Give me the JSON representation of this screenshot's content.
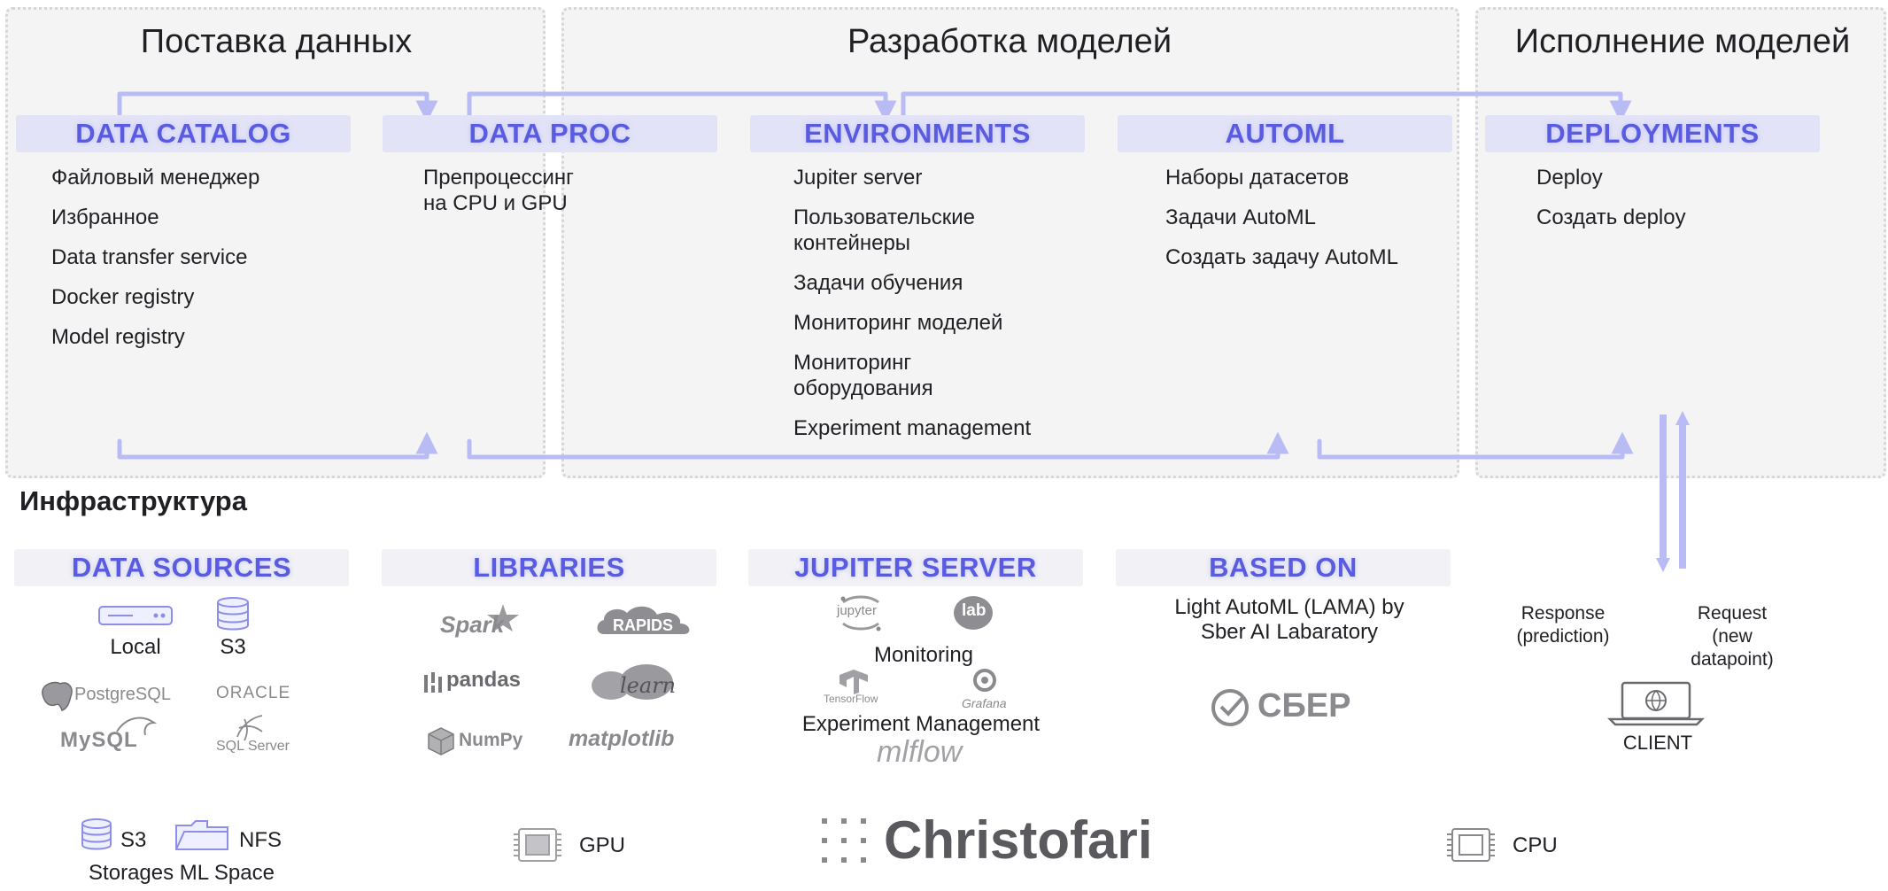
{
  "sections": {
    "data_delivery": "Поставка данных",
    "model_dev": "Разработка моделей",
    "model_exec": "Исполнение моделей"
  },
  "categories": {
    "data_catalog": "DATA CATALOG",
    "data_proc": "DATA PROC",
    "environments": "ENVIRONMENTS",
    "automl": "AUTOML",
    "deployments": "DEPLOYMENTS"
  },
  "data_catalog_items": [
    "Файловый менеджер",
    "Избранное",
    "Data transfer service",
    "Docker registry",
    "Model registry"
  ],
  "data_proc_items": [
    "Препроцессинг на CPU и GPU"
  ],
  "environments_items": [
    "Jupiter server",
    "Пользовательские контейнеры",
    "Задачи обучения",
    "Мониторинг моделей",
    "Мониторинг оборудования",
    "Experiment management"
  ],
  "automl_items": [
    "Наборы датасетов",
    "Задачи AutoML",
    "Создать задачу AutoML"
  ],
  "deployments_items": [
    "Deploy",
    "Создать deploy"
  ],
  "infra": {
    "title": "Инфраструктура",
    "data_sources": "DATA SOURCES",
    "libraries": "LIBRARIES",
    "jupiter_server": "JUPITER SERVER",
    "based_on": "BASED ON"
  },
  "data_sources": {
    "local": "Local",
    "s3": "S3",
    "postgresql": "PostgreSQL",
    "oracle": "ORACLE",
    "mysql": "MySQL",
    "sqlserver": "SQL Server"
  },
  "libraries": {
    "spark": "Spark",
    "rapids": "RAPIDS",
    "pandas": "pandas",
    "learn": "learn",
    "numpy": "NumPy",
    "matplotlib": "matplotlib"
  },
  "jupiter": {
    "jupyter": "jupyter",
    "lab": "lab",
    "monitoring": "Monitoring",
    "tensorflow": "TensorFlow",
    "grafana": "Grafana",
    "experiment_management": "Experiment Management",
    "mlflow": "mlflow"
  },
  "based_on": {
    "lama": "Light AutoML (LAMA) by Sber AI Labaratory",
    "sber": "СБЕР"
  },
  "client": {
    "response": "Response (prediction)",
    "request": "Request (new datapoint)",
    "label": "CLIENT"
  },
  "bottom": {
    "s3": "S3",
    "nfs": "NFS",
    "storages": "Storages ML Space",
    "gpu": "GPU",
    "christofari": "Christofari",
    "cpu": "CPU"
  },
  "colors": {
    "accent": "#5a5ce0",
    "band": "#e3e3f7",
    "arrow": "#b9bbf5",
    "panel": "#f4f4f5"
  }
}
